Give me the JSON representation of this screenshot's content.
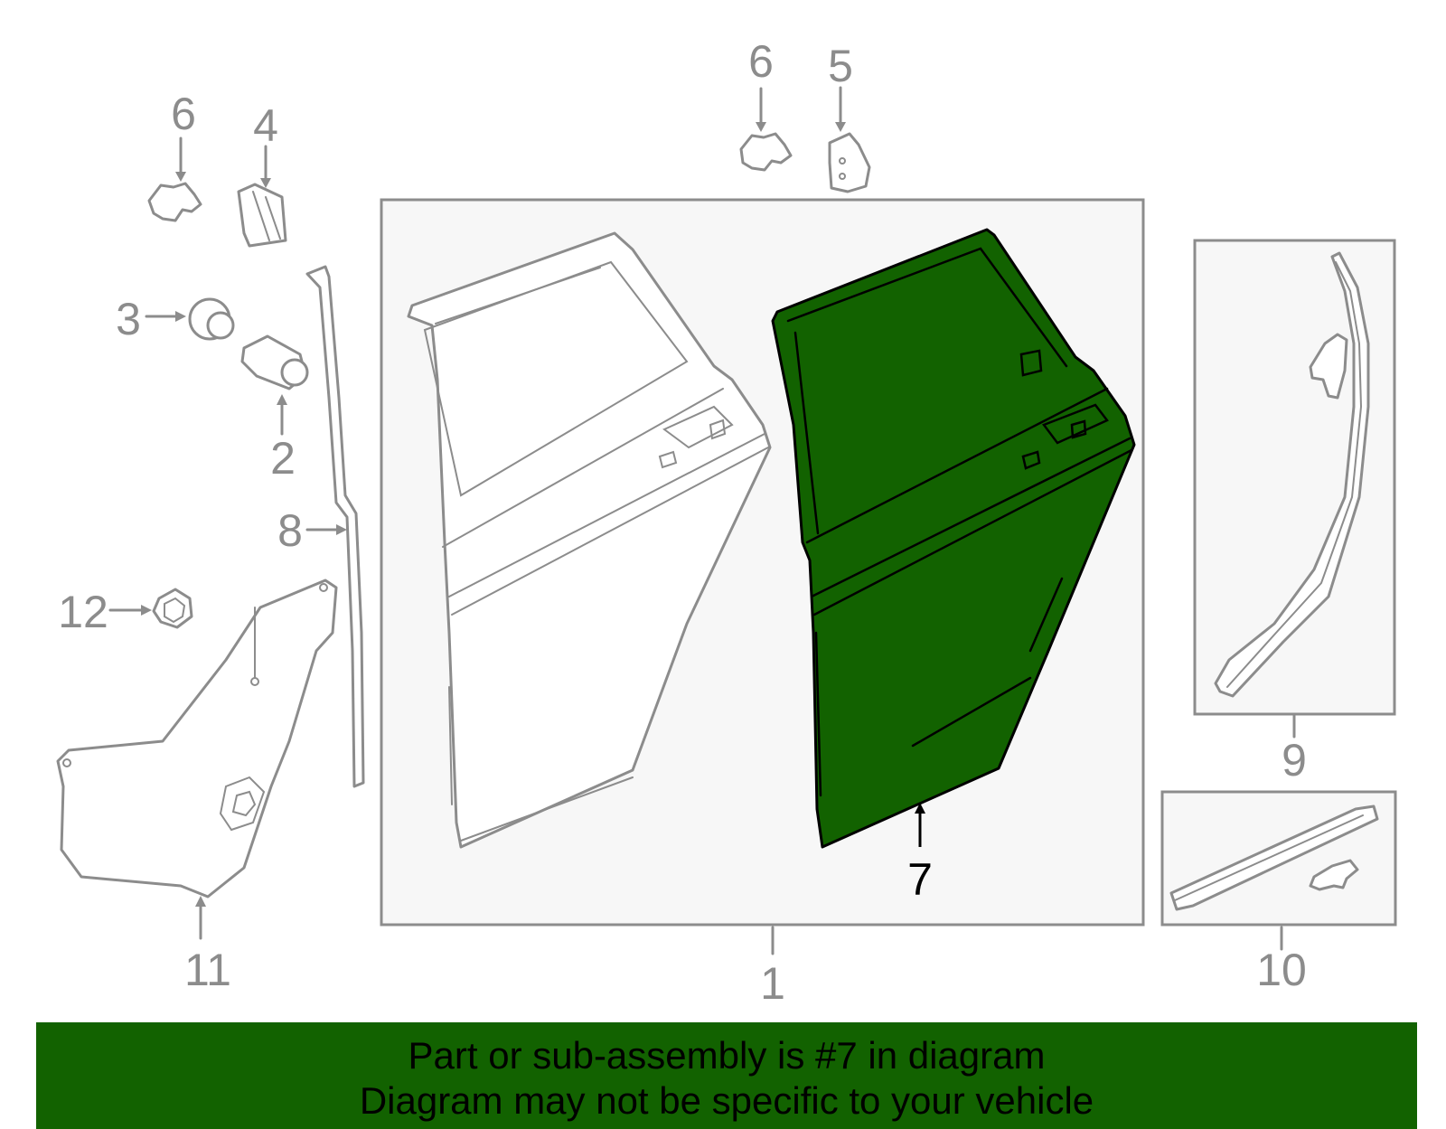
{
  "callouts": {
    "c1": "1",
    "c2": "2",
    "c3": "3",
    "c4": "4",
    "c5": "5",
    "c6a": "6",
    "c6b": "6",
    "c7": "7",
    "c8": "8",
    "c9": "9",
    "c10": "10",
    "c11": "11",
    "c12": "12"
  },
  "highlighted_part": "7",
  "colors": {
    "highlight": "#126200",
    "line": "#8c8c8c",
    "box_fill": "#f7f7f7"
  },
  "banner": {
    "line1": "Part or sub-assembly is #7 in diagram",
    "line2": "Diagram may not be specific to your vehicle"
  }
}
